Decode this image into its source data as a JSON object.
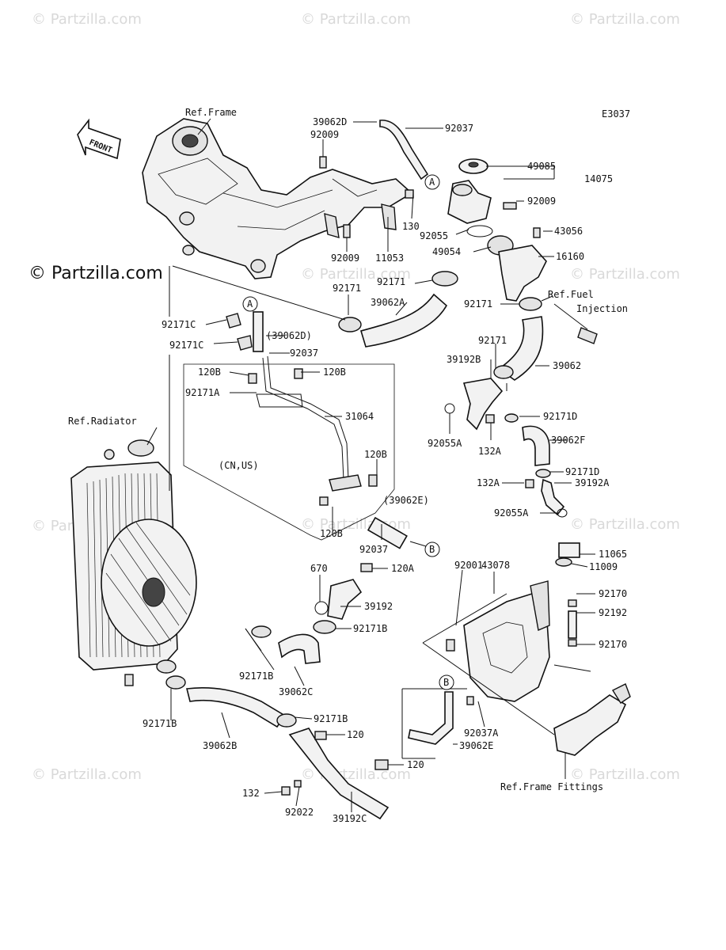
{
  "watermark": "© Partzilla.com",
  "brand_text": "© Partzilla.com",
  "diagram_code": "E3037",
  "front_label": "FRONT",
  "refs": {
    "frame": "Ref.Frame",
    "radiator": "Ref.Radiator",
    "fuel_line1": "Ref.Fuel",
    "fuel_line2": "Injection",
    "frame_fittings": "Ref.Frame Fittings",
    "region": "(CN,US)"
  },
  "markers": {
    "a": "A",
    "b": "B"
  },
  "parts": {
    "p39062D": "39062D",
    "p92037_top": "92037",
    "p92009_top": "92009",
    "p49085": "49085",
    "p14075": "14075",
    "p92009_r": "92009",
    "p130": "130",
    "p92055": "92055",
    "p43056": "43056",
    "p49054": "49054",
    "p16160": "16160",
    "p92009_b": "92009",
    "p11053": "11053",
    "p92171_a": "92171",
    "p39062A": "39062A",
    "p92171_b": "92171",
    "p92171_c": "92171",
    "p92171C_1": "92171C",
    "p39062D_p": "(39062D)",
    "p92171C_2": "92171C",
    "p92037_m": "92037",
    "p120B_1": "120B",
    "p120B_2": "120B",
    "p92171A": "92171A",
    "p31064": "31064",
    "p120B_3": "120B",
    "p120B_4": "120B",
    "p39062E_p": "(39062E)",
    "p92037_b": "92037",
    "p92171_d": "92171",
    "p39192B": "39192B",
    "p39062": "39062",
    "p92171D_1": "92171D",
    "p92055A_1": "92055A",
    "p132A_1": "132A",
    "p39062F": "39062F",
    "p92171D_2": "92171D",
    "p132A_2": "132A",
    "p39192A": "39192A",
    "p92055A_2": "92055A",
    "p11065": "11065",
    "p11009": "11009",
    "p670": "670",
    "p120A": "120A",
    "p92001": "92001",
    "p43078": "43078",
    "p92170_1": "92170",
    "p39192": "39192",
    "p92192": "92192",
    "p92171B_1": "92171B",
    "p92170_2": "92170",
    "p92171B_2": "92171B",
    "p39062C": "39062C",
    "p92171B_3": "92171B",
    "p92171B_4": "92171B",
    "p92037A": "92037A",
    "p120_1": "120",
    "p39062B": "39062B",
    "p39062E": "39062E",
    "p120_2": "120",
    "p132": "132",
    "p92022": "92022",
    "p39192C": "39192C"
  },
  "colors": {
    "ink": "#111111",
    "watermark": "#d9d9d9",
    "fill": "#f2f2f2"
  }
}
